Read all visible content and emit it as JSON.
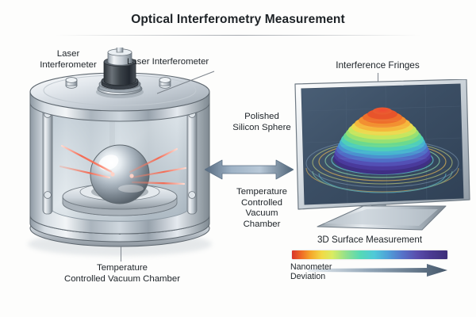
{
  "title": "Optical Interferometry Measurement",
  "labels": {
    "laser_interferometer_left": "Laser\nInterferometer",
    "laser_interferometer_right": "Laser Interferometer",
    "polished_silicon_sphere": "Polished\nSilicon Sphere",
    "temperature_chamber_right": "Temperature\nControlled\nVacuum\nChamber",
    "temperature_chamber_bottom": "Temperature\nControlled Vacuum Chamber",
    "interference_fringes": "Interference Fringes",
    "surface_measurement": "3D Surface Measurement",
    "nanometer_deviation": "Nanometer\nDeviation"
  },
  "colors": {
    "background": "#fdfdfc",
    "title_text": "#1d2226",
    "label_text": "#20262b",
    "leader_line": "#7d848c",
    "laser_beam": "#f4654d",
    "metal_light": "#eef1f4",
    "metal_mid": "#b9c1c9",
    "metal_dark": "#6f7880",
    "screen_bg": "#3c4e63",
    "arrow": "#5f7388"
  },
  "colorbar": {
    "stops": [
      "#d8342a",
      "#ef6a25",
      "#f5a72a",
      "#f2d945",
      "#d9ec62",
      "#8fe08e",
      "#55d9b6",
      "#4fc9d8",
      "#4f9fd8",
      "#5673c9",
      "#5a4fae",
      "#4b3a92",
      "#3d2f78"
    ],
    "low_end": "#d8342a",
    "high_end": "#3d2f78"
  },
  "chart_data": {
    "type": "surface",
    "title": "3D Surface Measurement",
    "description": "Rainbow-banded hemispherical surface plot of a polished silicon sphere with concentric interference fringe rings around the base",
    "colormap": [
      "#d8342a",
      "#ef6a25",
      "#f5a72a",
      "#f2d945",
      "#d9ec62",
      "#8fe08e",
      "#55d9b6",
      "#4fc9d8",
      "#4f9fd8",
      "#5673c9",
      "#5a4fae",
      "#3d2f78"
    ],
    "colorbar_label": "Nanometer Deviation",
    "band_count": 12,
    "ring_count": 6
  }
}
